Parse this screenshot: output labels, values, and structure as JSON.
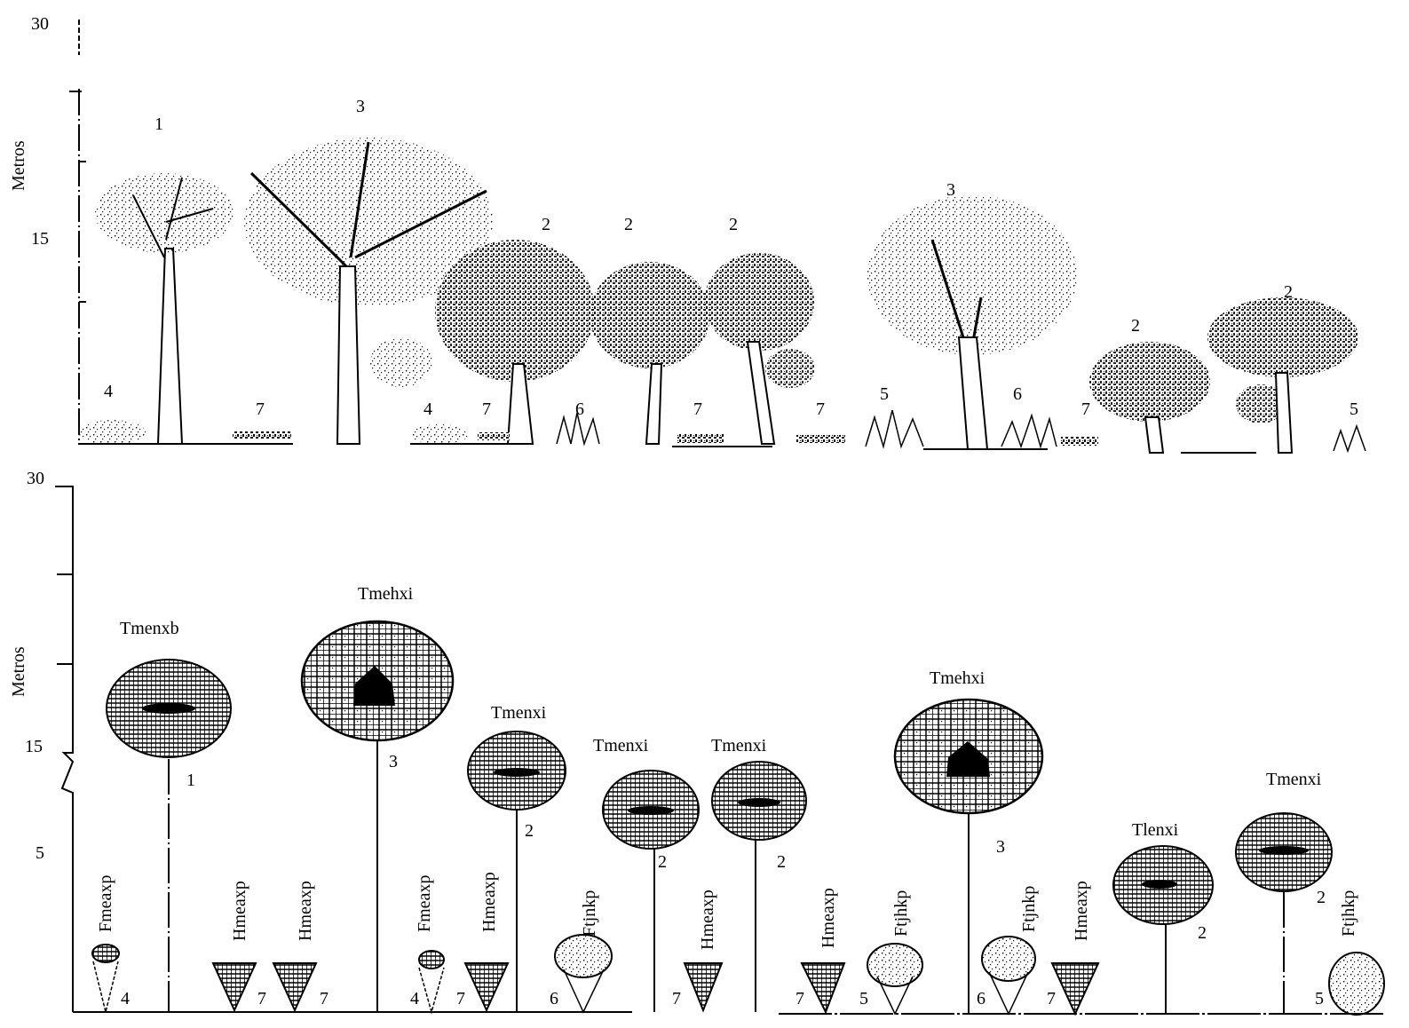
{
  "top_panel": {
    "y_axis": {
      "label": "Metros",
      "ticks": [
        "30",
        "15"
      ]
    },
    "trees": [
      {
        "id": "1"
      },
      {
        "id": "3"
      },
      {
        "id": "2"
      },
      {
        "id": "2"
      },
      {
        "id": "2"
      },
      {
        "id": "3"
      },
      {
        "id": "2"
      },
      {
        "id": "2"
      }
    ],
    "ground_labels": [
      "4",
      "7",
      "4",
      "7",
      "6",
      "7",
      "7",
      "5",
      "6",
      "7",
      "5"
    ]
  },
  "bottom_panel": {
    "y_axis": {
      "label": "Metros",
      "ticks": [
        "30",
        "15",
        "5"
      ]
    },
    "crowns": [
      {
        "code": "Tmenxb",
        "num": "1"
      },
      {
        "code": "Tmehxi",
        "num": "3"
      },
      {
        "code": "Tmenxi",
        "num": "2"
      },
      {
        "code": "Tmenxi",
        "num": "2"
      },
      {
        "code": "Tmenxi",
        "num": "2"
      },
      {
        "code": "Tmehxi",
        "num": "3"
      },
      {
        "code": "Tlenxi",
        "num": "2"
      },
      {
        "code": "Tmenxi",
        "num": "2"
      }
    ],
    "small": [
      {
        "code": "Fmeaxp",
        "num": "4"
      },
      {
        "code": "Hmeaxp",
        "num": "7"
      },
      {
        "code": "Hmeaxp",
        "num": "7"
      },
      {
        "code": "Fmeaxp",
        "num": "4"
      },
      {
        "code": "Hmeaxp",
        "num": "7"
      },
      {
        "code": "Ftjnkp",
        "num": "6"
      },
      {
        "code": "Hmeaxp",
        "num": "7"
      },
      {
        "code": "Hmeaxp",
        "num": "7"
      },
      {
        "code": "Ftjhkp",
        "num": "5"
      },
      {
        "code": "Ftjnkp",
        "num": "6"
      },
      {
        "code": "Hmeaxp",
        "num": "7"
      },
      {
        "code": "Ftjhkp",
        "num": "5"
      }
    ]
  }
}
